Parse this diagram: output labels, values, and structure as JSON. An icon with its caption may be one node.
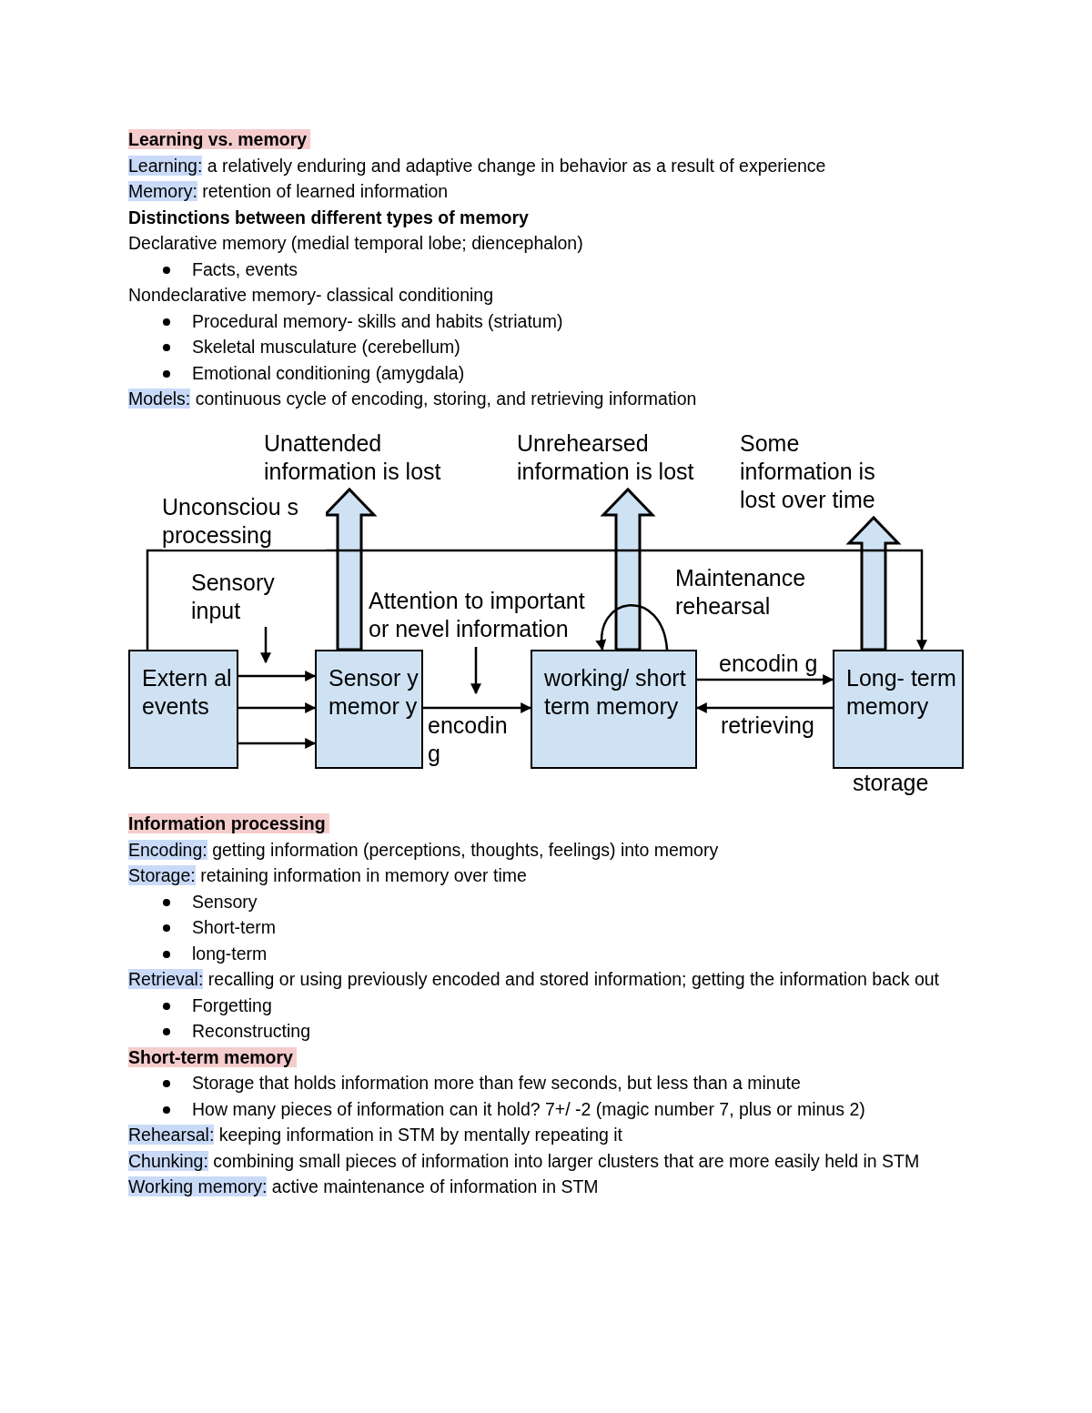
{
  "diagram": {
    "nodes": [
      {
        "text": [
          "Extern al events"
        ]
      },
      {
        "text": [
          "Sensor y memor y"
        ]
      },
      {
        "text": [
          "working/ short term memory"
        ]
      },
      {
        "text": [
          "Long- term memory"
        ],
        "beside": [
          "storage"
        ]
      },
      {
        "text": [
          "Unattended information is lost"
        ]
      },
      {
        "text": [
          "Unrehearsed information is lost"
        ]
      },
      {
        "text": [
          "Some information is lost over time"
        ]
      },
      {
        "text": [
          "Sensory input"
        ]
      },
      {
        "text": [
          "Attention to important or nevel information"
        ]
      }
    ],
    "edges": [
      {
        "from": 0,
        "to": 1,
        "arrow": "to"
      },
      {
        "from": 0,
        "to": 1,
        "arrow": "to"
      },
      {
        "from": 0,
        "to": 1,
        "arrow": "to"
      },
      {
        "from": 1,
        "to": 2,
        "arrow": "to",
        "label": "encodin g"
      },
      {
        "from": 2,
        "to": 3,
        "arrow": "to",
        "label": "encodin g"
      },
      {
        "from": 3,
        "to": 2,
        "arrow": "to",
        "label": "retrieving"
      },
      {
        "from": 1,
        "to": 4,
        "arrow": "to",
        "style": "thick"
      },
      {
        "from": 2,
        "to": 5,
        "arrow": "to",
        "style": "thick"
      },
      {
        "from": 3,
        "to": 6,
        "arrow": "to",
        "style": "thick"
      },
      {
        "from": 0,
        "to": 3,
        "arrow": "to",
        "label": "Unconsciou s processing"
      },
      {
        "from": 2,
        "to": 2,
        "arrow": "to",
        "label": "Maintenance rehearsal"
      },
      {
        "from": 7,
        "to": null,
        "arrow": "to"
      },
      {
        "from": 8,
        "to": null,
        "arrow": "to"
      }
    ],
    "labels": [
      "Learning vs. memory",
      "Learning:",
      "a relatively enduring and adaptive change in behavior as a result of experience",
      "Memory:",
      "retention of learned information",
      "Distinctions between different types of memory",
      "Declarative memory (medial temporal lobe; diencephalon)",
      "Facts, events",
      "Nondeclarative memory- classical conditioning",
      "Procedural memory- skills and habits (striatum)",
      "Skeletal musculature (cerebellum)",
      "Emotional conditioning (amygdala)",
      "Models:",
      "continuous cycle of encoding, storing, and retrieving information",
      "Information processing",
      "Encoding:",
      "getting information (perceptions, thoughts, feelings) into memory",
      "Storage:",
      "retaining information in memory over time",
      "Sensory",
      "Short-term",
      "long-term",
      "Retrieval:",
      "recalling or using previously encoded and stored information; getting the information back out",
      "Forgetting",
      "Reconstructing",
      "Short-term memory",
      "Storage that holds information more than few seconds, but less than a minute",
      "How many pieces of information can it hold? 7+/ -2 (magic number 7, plus or minus 2)",
      "Rehearsal:",
      "keeping information in STM by mentally repeating it",
      "Chunking:",
      "combining small pieces of information into larger clusters that are more easily held in STM",
      "Working memory:",
      "active maintenance of information in STM"
    ]
  }
}
